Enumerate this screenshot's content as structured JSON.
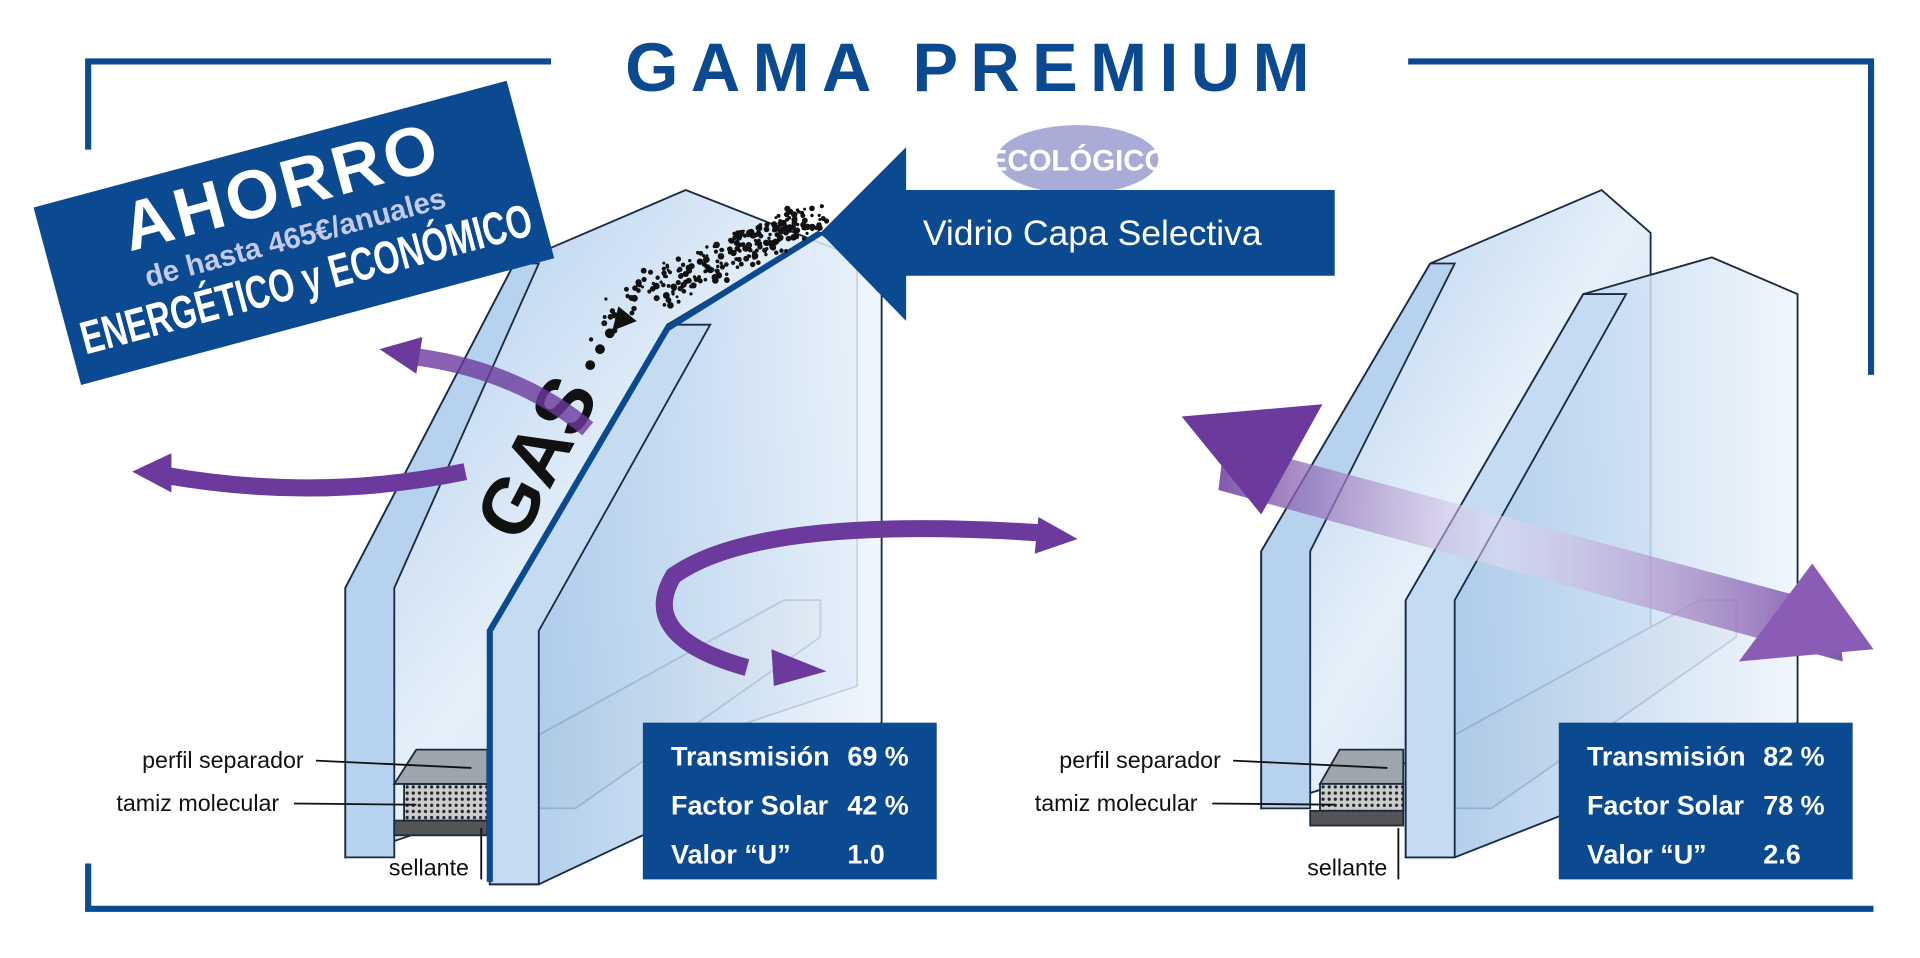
{
  "title": "GAMA PREMIUM",
  "badge": {
    "line1": "AHORRO",
    "line2": "de hasta 465€/anuales",
    "line3": "ENERGÉTICO y ECONÓMICO"
  },
  "eco_label": "ECOLÓGICO",
  "arrow_label": "Vidrio Capa Selectiva",
  "gas_label": "GAS",
  "units": [
    {
      "labels": {
        "spacer": "perfil separador",
        "sieve": "tamiz molecular",
        "sealant": "sellante"
      },
      "specs": [
        {
          "name": "Transmisión",
          "value": "69 %"
        },
        {
          "name": "Factor Solar",
          "value": "42 %"
        },
        {
          "name": "Valor “U”",
          "value": "1.0"
        }
      ]
    },
    {
      "labels": {
        "spacer": "perfil separador",
        "sieve": "tamiz molecular",
        "sealant": "sellante"
      },
      "specs": [
        {
          "name": "Transmisión",
          "value": "82 %"
        },
        {
          "name": "Factor Solar",
          "value": "78 %"
        },
        {
          "name": "Valor “U”",
          "value": "2.6"
        }
      ]
    }
  ],
  "colors": {
    "brand_blue": "#0b4a91",
    "purple": "#6b3a9c",
    "eco": "#a9acd6"
  }
}
